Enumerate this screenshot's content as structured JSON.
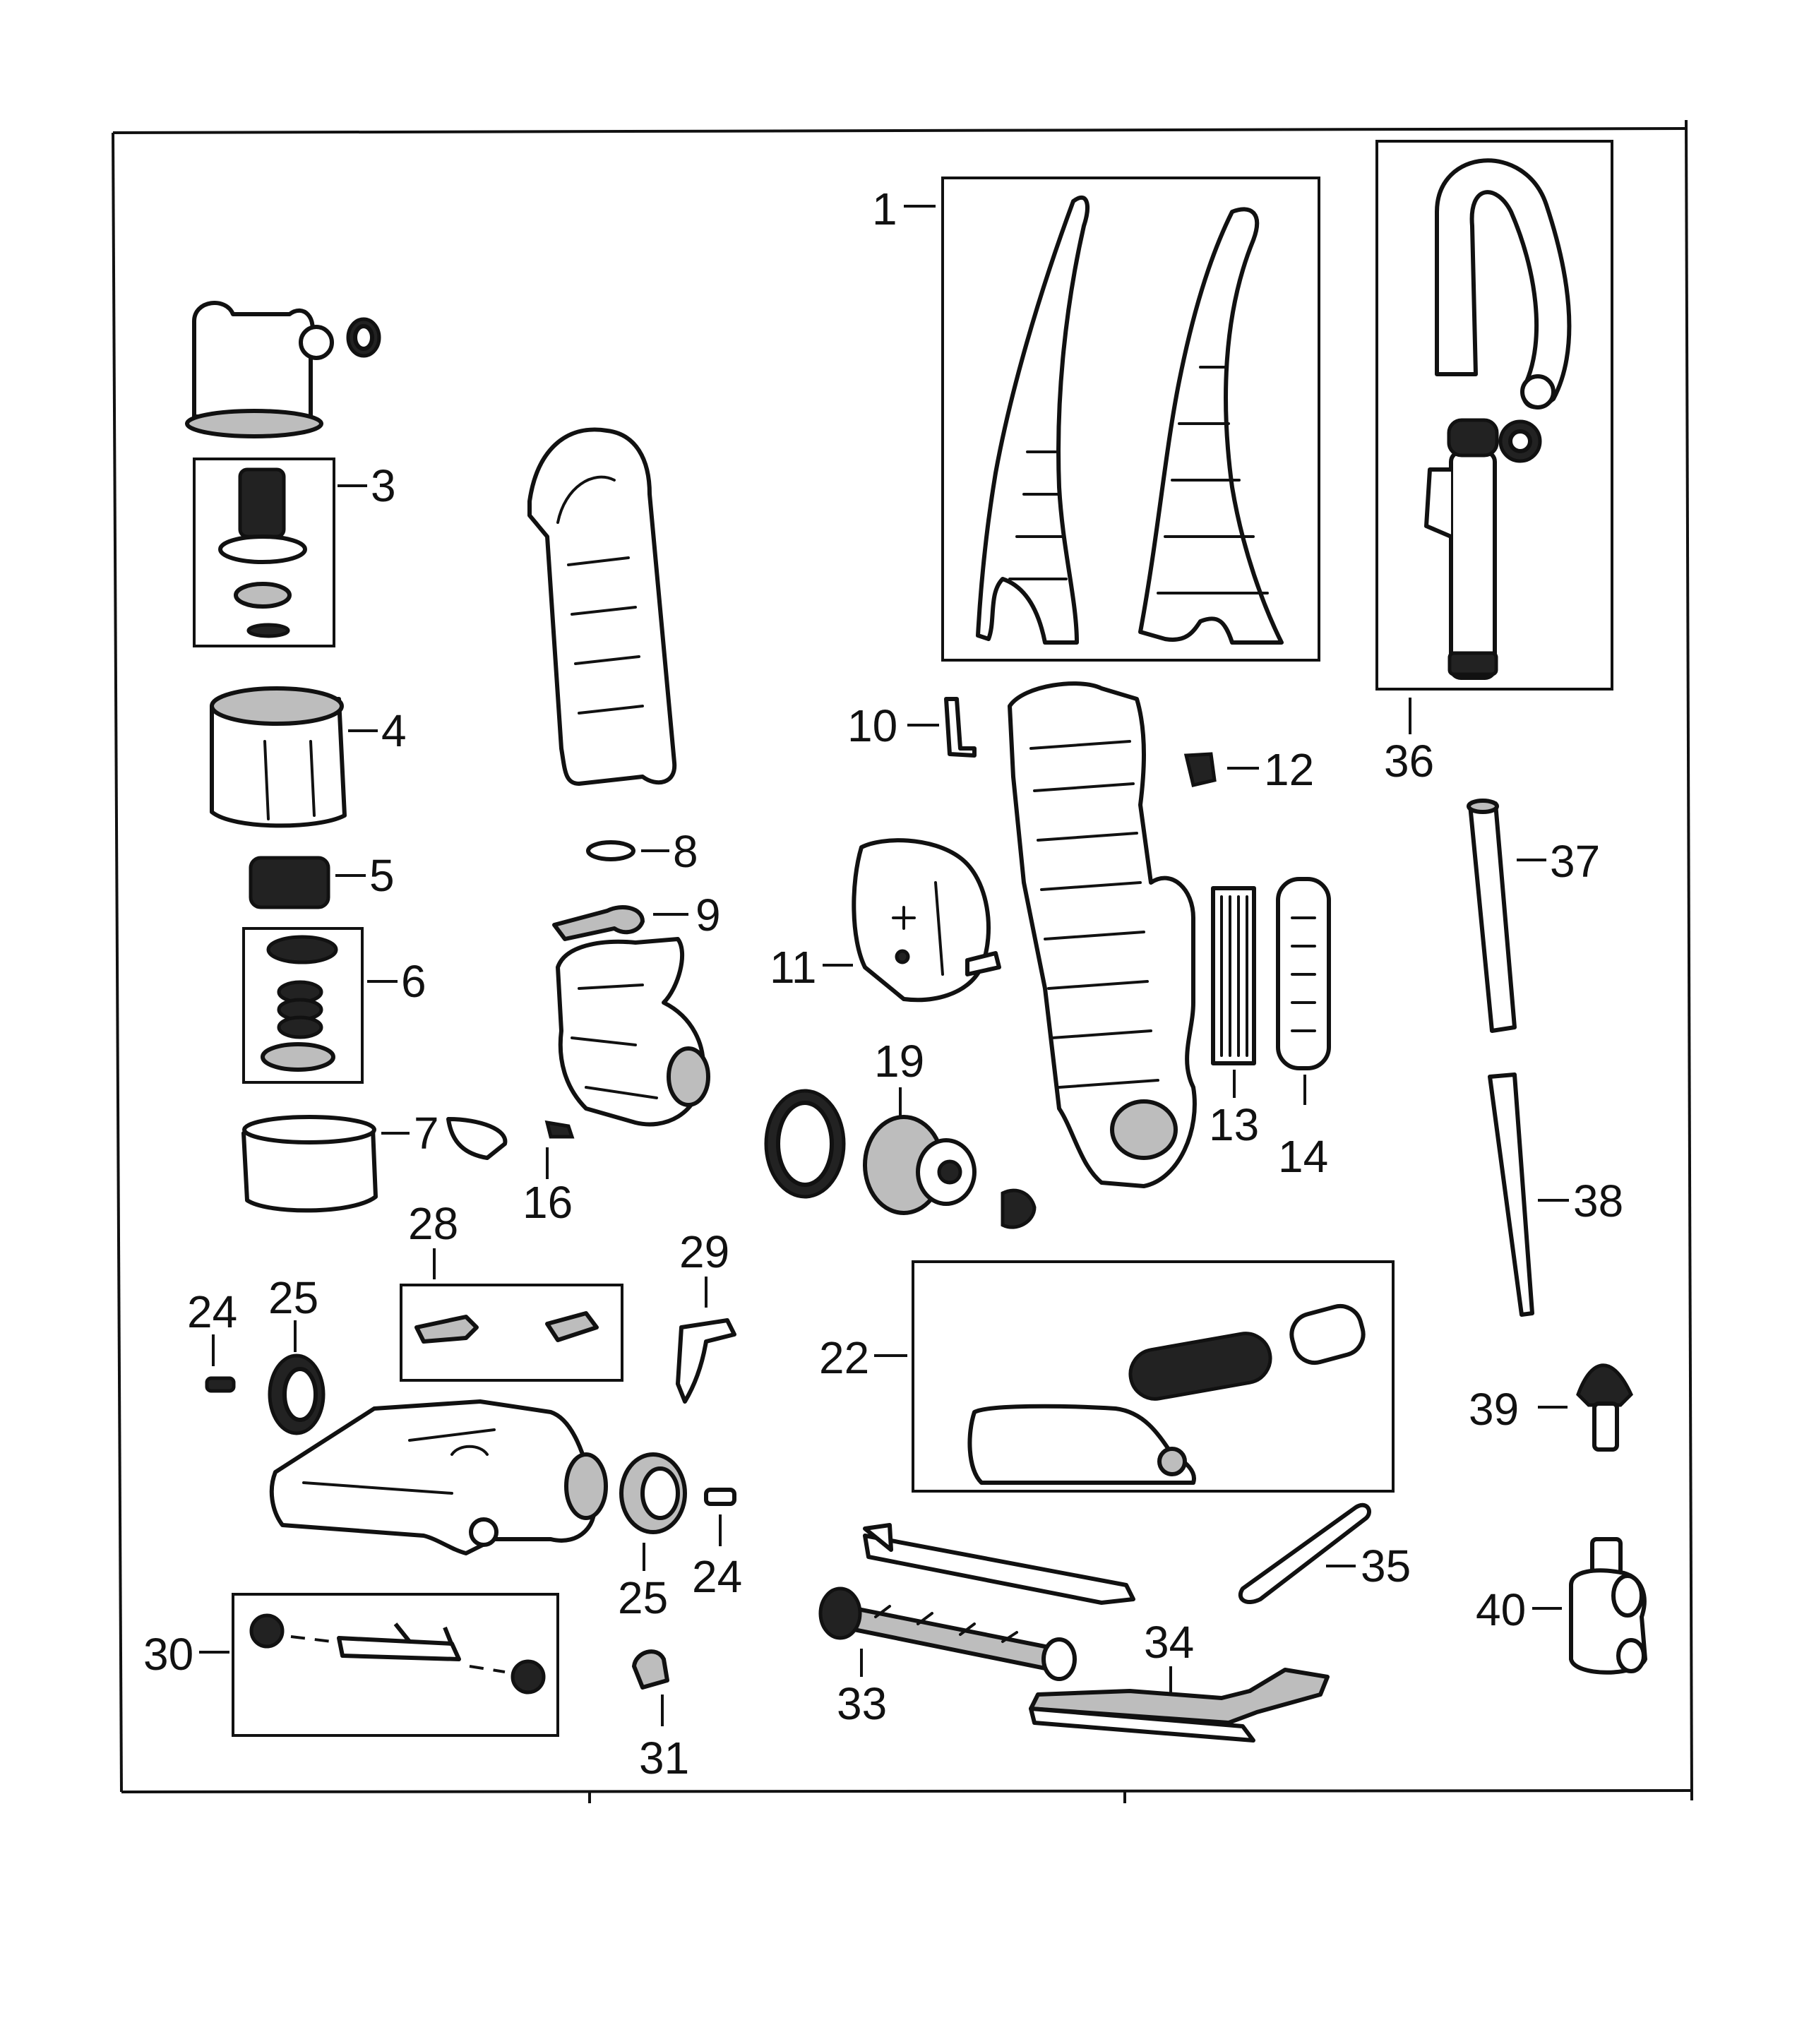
{
  "callouts": {
    "c1": "1",
    "c3": "3",
    "c4": "4",
    "c5": "5",
    "c6": "6",
    "c7": "7",
    "c8": "8",
    "c9": "9",
    "c10": "10",
    "c11": "11",
    "c12": "12",
    "c13": "13",
    "c14": "14",
    "c16": "16",
    "c19": "19",
    "c22": "22",
    "c24a": "24",
    "c24b": "24",
    "c25a": "25",
    "c25b": "25",
    "c28": "28",
    "c29": "29",
    "c30": "30",
    "c31": "31",
    "c33": "33",
    "c34": "34",
    "c35": "35",
    "c36": "36",
    "c37": "37",
    "c38": "38",
    "c39": "39",
    "c40": "40"
  }
}
